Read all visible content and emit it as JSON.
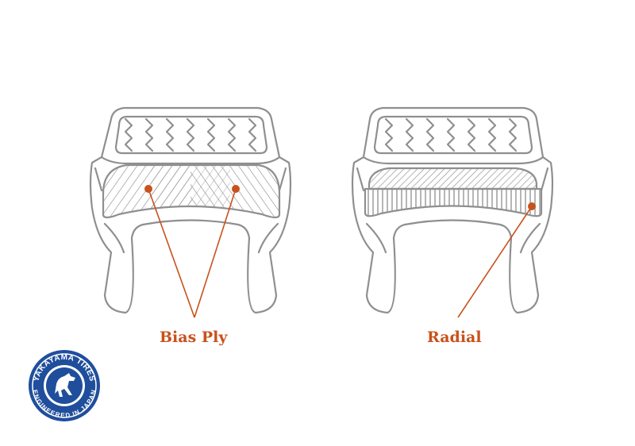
{
  "diagram": {
    "labels": {
      "bias_ply": "Bias Ply",
      "radial": "Radial"
    },
    "logo": {
      "brand": "YAKAYAMA TIRES",
      "tagline": "ENGINEERED IN JAPAN"
    }
  },
  "colors": {
    "line": "#8f8f8f",
    "callout": "#c8521c",
    "logo_blue": "#1f4e9c",
    "logo_white": "#ffffff"
  },
  "icons": {
    "logo": "horse-emblem-icon"
  }
}
